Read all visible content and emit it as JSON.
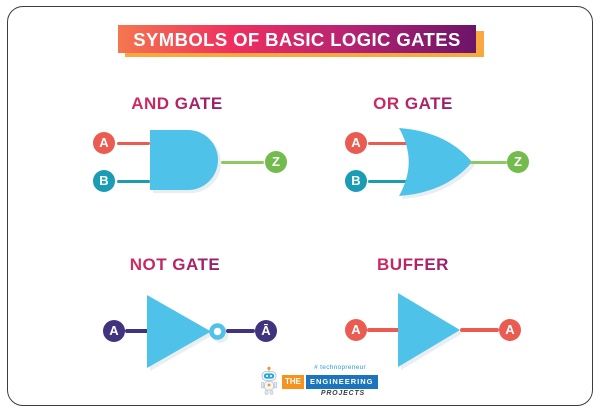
{
  "title": {
    "text": "SYMBOLS OF BASIC LOGIC GATES"
  },
  "gates": {
    "and": {
      "label": "AND GATE",
      "input_a": "A",
      "input_b": "B",
      "output": "Z"
    },
    "or": {
      "label": "OR GATE",
      "input_a": "A",
      "input_b": "B",
      "output": "Z"
    },
    "not": {
      "label": "NOT GATE",
      "input": "A",
      "output": "Ā"
    },
    "buffer": {
      "label": "BUFFER",
      "input": "A",
      "output": "A"
    }
  },
  "footer": {
    "hashtag": "# technopreneur",
    "brand_the": "THE",
    "brand_engineering": "ENGINEERING",
    "brand_projects": "PROJECTS"
  },
  "colors": {
    "banner1": "#F4774E",
    "banner2": "#EF2F5F",
    "banner3": "#B82372",
    "banner4": "#6B1469",
    "banner-shadow": "#F8A83E",
    "blue": "#4FC2E9",
    "red": "#EA5B52",
    "teal": "#1A9CB5",
    "green": "#74BB4D",
    "green-line": "#8CC963",
    "purple": "#42337E",
    "heading1": "#EE2F58",
    "heading2": "#7C1A73",
    "logo-orange": "#F6921E",
    "logo-blue": "#1C75BC",
    "hashtag-blue": "#2E9BD6",
    "ink": "#3E3E3E",
    "frame": "#3D3D3D"
  }
}
